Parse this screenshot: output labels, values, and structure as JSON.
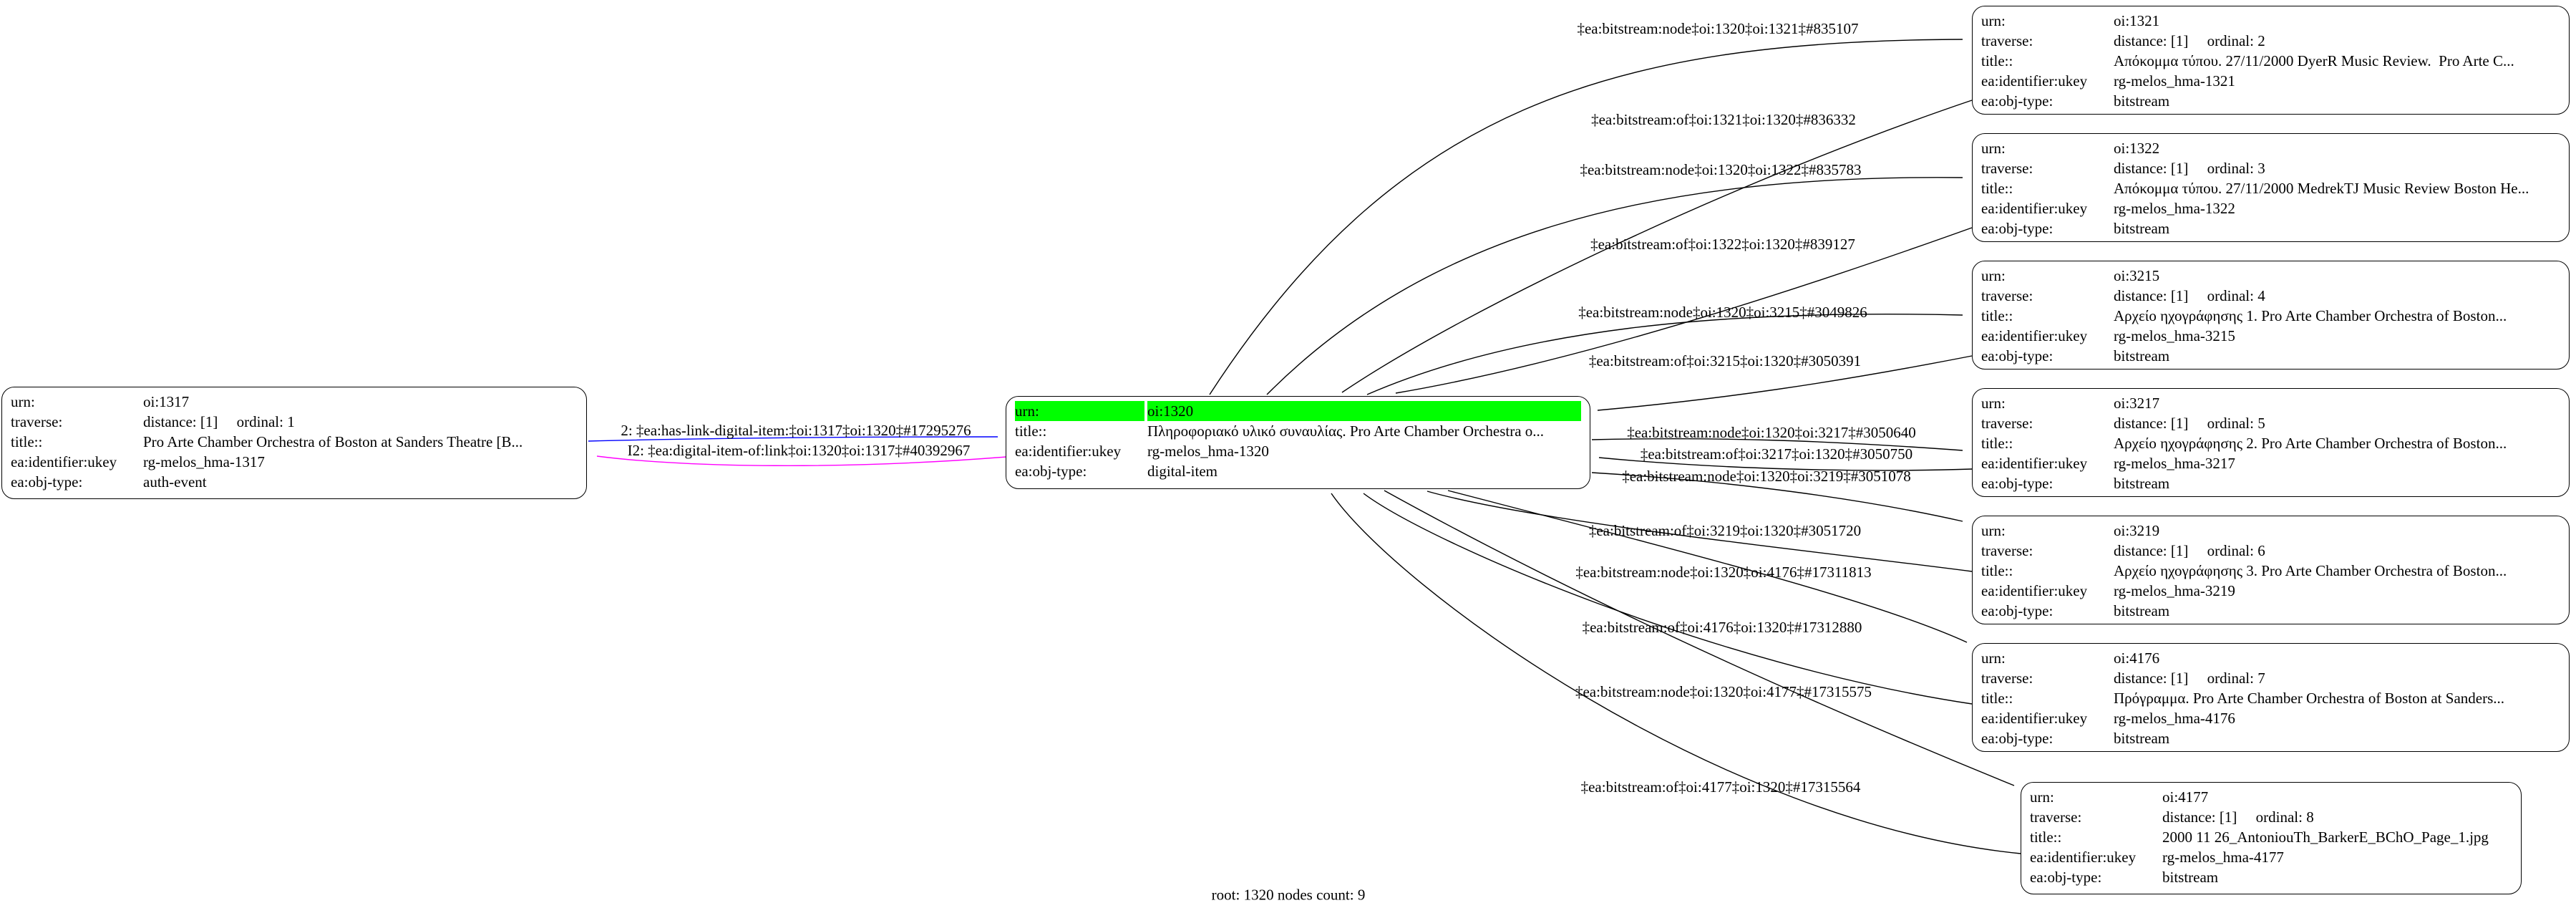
{
  "footer": "root: 1320 nodes count: 9",
  "colors": {
    "background": "#ffffff",
    "node_border": "#000000",
    "highlight": "#00ff00",
    "edge_default": "#000000",
    "edge_link": "#0000ff",
    "edge_inverse_link": "#ff00ff"
  },
  "nodes": [
    {
      "id": "oi:1317",
      "highlight": false,
      "rows": [
        {
          "label": "urn:",
          "value": "oi:1317"
        },
        {
          "label": "traverse:",
          "value": "distance: [1]     ordinal: 1"
        },
        {
          "label": "title::",
          "value": "Pro Arte Chamber Orchestra of Boston at Sanders Theatre [B..."
        },
        {
          "label": "ea:identifier:ukey",
          "value": "rg-melos_hma-1317"
        },
        {
          "label": "ea:obj-type:",
          "value": "auth-event"
        }
      ]
    },
    {
      "id": "oi:1320",
      "highlight": true,
      "rows": [
        {
          "label": "urn:",
          "value": "oi:1320"
        },
        {
          "label": "title::",
          "value": "Πληροφοριακό υλικό συναυλίας. Pro Arte Chamber Orchestra o..."
        },
        {
          "label": "ea:identifier:ukey",
          "value": "rg-melos_hma-1320"
        },
        {
          "label": "ea:obj-type:",
          "value": "digital-item"
        }
      ]
    },
    {
      "id": "oi:1321",
      "highlight": false,
      "rows": [
        {
          "label": "urn:",
          "value": "oi:1321"
        },
        {
          "label": "traverse:",
          "value": "distance: [1]     ordinal: 2"
        },
        {
          "label": "title::",
          "value": "Απόκομμα τύπου. 27/11/2000 DyerR Music Review.  Pro Arte C..."
        },
        {
          "label": "ea:identifier:ukey",
          "value": "rg-melos_hma-1321"
        },
        {
          "label": "ea:obj-type:",
          "value": "bitstream"
        }
      ]
    },
    {
      "id": "oi:1322",
      "highlight": false,
      "rows": [
        {
          "label": "urn:",
          "value": "oi:1322"
        },
        {
          "label": "traverse:",
          "value": "distance: [1]     ordinal: 3"
        },
        {
          "label": "title::",
          "value": "Απόκομμα τύπου. 27/11/2000 MedrekTJ Music Review Boston He..."
        },
        {
          "label": "ea:identifier:ukey",
          "value": "rg-melos_hma-1322"
        },
        {
          "label": "ea:obj-type:",
          "value": "bitstream"
        }
      ]
    },
    {
      "id": "oi:3215",
      "highlight": false,
      "rows": [
        {
          "label": "urn:",
          "value": "oi:3215"
        },
        {
          "label": "traverse:",
          "value": "distance: [1]     ordinal: 4"
        },
        {
          "label": "title::",
          "value": "Αρχείο ηχογράφησης 1. Pro Arte Chamber Orchestra of Boston..."
        },
        {
          "label": "ea:identifier:ukey",
          "value": "rg-melos_hma-3215"
        },
        {
          "label": "ea:obj-type:",
          "value": "bitstream"
        }
      ]
    },
    {
      "id": "oi:3217",
      "highlight": false,
      "rows": [
        {
          "label": "urn:",
          "value": "oi:3217"
        },
        {
          "label": "traverse:",
          "value": "distance: [1]     ordinal: 5"
        },
        {
          "label": "title::",
          "value": "Αρχείο ηχογράφησης 2. Pro Arte Chamber Orchestra of Boston..."
        },
        {
          "label": "ea:identifier:ukey",
          "value": "rg-melos_hma-3217"
        },
        {
          "label": "ea:obj-type:",
          "value": "bitstream"
        }
      ]
    },
    {
      "id": "oi:3219",
      "highlight": false,
      "rows": [
        {
          "label": "urn:",
          "value": "oi:3219"
        },
        {
          "label": "traverse:",
          "value": "distance: [1]     ordinal: 6"
        },
        {
          "label": "title::",
          "value": "Αρχείο ηχογράφησης 3. Pro Arte Chamber Orchestra of Boston..."
        },
        {
          "label": "ea:identifier:ukey",
          "value": "rg-melos_hma-3219"
        },
        {
          "label": "ea:obj-type:",
          "value": "bitstream"
        }
      ]
    },
    {
      "id": "oi:4176",
      "highlight": false,
      "rows": [
        {
          "label": "urn:",
          "value": "oi:4176"
        },
        {
          "label": "traverse:",
          "value": "distance: [1]     ordinal: 7"
        },
        {
          "label": "title::",
          "value": "Πρόγραμμα. Pro Arte Chamber Orchestra of Boston at Sanders..."
        },
        {
          "label": "ea:identifier:ukey",
          "value": "rg-melos_hma-4176"
        },
        {
          "label": "ea:obj-type:",
          "value": "bitstream"
        }
      ]
    },
    {
      "id": "oi:4177",
      "highlight": false,
      "rows": [
        {
          "label": "urn:",
          "value": "oi:4177"
        },
        {
          "label": "traverse:",
          "value": "distance: [1]     ordinal: 8"
        },
        {
          "label": "title::",
          "value": "2000 11 26_AntoniouTh_BarkerE_BChO_Page_1.jpg"
        },
        {
          "label": "ea:identifier:ukey",
          "value": "rg-melos_hma-4177"
        },
        {
          "label": "ea:obj-type:",
          "value": "bitstream"
        }
      ]
    }
  ],
  "edges": [
    {
      "name": "has-link-digital-item-1317-1320",
      "color": "#0000ff",
      "label": "2: ‡ea:has-link-digital-item:‡oi:1317‡oi:1320‡#17295276"
    },
    {
      "name": "digital-item-of-1320-1317",
      "color": "#ff00ff",
      "label": "I2: ‡ea:digital-item-of:link‡oi:1320‡oi:1317‡#40392967"
    },
    {
      "name": "bitstream-node-1320-1321",
      "color": "#000000",
      "label": "‡ea:bitstream:node‡oi:1320‡oi:1321‡#835107"
    },
    {
      "name": "bitstream-of-1321-1320",
      "color": "#000000",
      "label": "‡ea:bitstream:of‡oi:1321‡oi:1320‡#836332"
    },
    {
      "name": "bitstream-node-1320-1322",
      "color": "#000000",
      "label": "‡ea:bitstream:node‡oi:1320‡oi:1322‡#835783"
    },
    {
      "name": "bitstream-of-1322-1320",
      "color": "#000000",
      "label": "‡ea:bitstream:of‡oi:1322‡oi:1320‡#839127"
    },
    {
      "name": "bitstream-node-1320-3215",
      "color": "#000000",
      "label": "‡ea:bitstream:node‡oi:1320‡oi:3215‡#3049826"
    },
    {
      "name": "bitstream-of-3215-1320",
      "color": "#000000",
      "label": "‡ea:bitstream:of‡oi:3215‡oi:1320‡#3050391"
    },
    {
      "name": "bitstream-node-1320-3217",
      "color": "#000000",
      "label": "‡ea:bitstream:node‡oi:1320‡oi:3217‡#3050640"
    },
    {
      "name": "bitstream-of-3217-1320",
      "color": "#000000",
      "label": "‡ea:bitstream:of‡oi:3217‡oi:1320‡#3050750"
    },
    {
      "name": "bitstream-node-1320-3219",
      "color": "#000000",
      "label": "‡ea:bitstream:node‡oi:1320‡oi:3219‡#3051078"
    },
    {
      "name": "bitstream-of-3219-1320",
      "color": "#000000",
      "label": "‡ea:bitstream:of‡oi:3219‡oi:1320‡#3051720"
    },
    {
      "name": "bitstream-node-1320-4176",
      "color": "#000000",
      "label": "‡ea:bitstream:node‡oi:1320‡oi:4176‡#17311813"
    },
    {
      "name": "bitstream-of-4176-1320",
      "color": "#000000",
      "label": "‡ea:bitstream:of‡oi:4176‡oi:1320‡#17312880"
    },
    {
      "name": "bitstream-node-1320-4177",
      "color": "#000000",
      "label": "‡ea:bitstream:node‡oi:1320‡oi:4177‡#17315575"
    },
    {
      "name": "bitstream-of-4177-1320",
      "color": "#000000",
      "label": "‡ea:bitstream:of‡oi:4177‡oi:1320‡#17315564"
    }
  ]
}
